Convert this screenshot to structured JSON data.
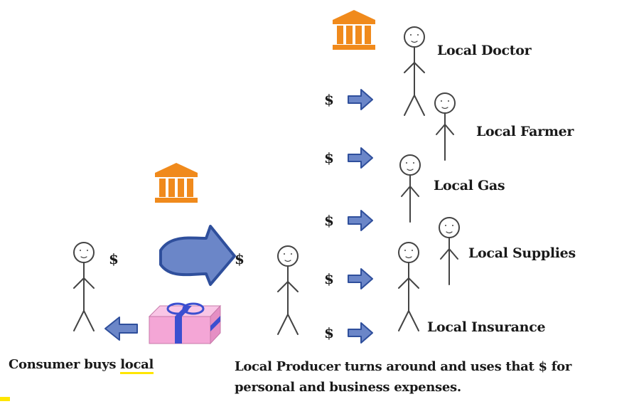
{
  "labels": {
    "doctor": "Local Doctor",
    "farmer": "Local Farmer",
    "gas": "Local Gas",
    "supplies": "Local Supplies",
    "insurance": "Local Insurance"
  },
  "currency_symbol": "$",
  "caption_consumer": {
    "prefix": "Consumer buys ",
    "highlight": "local"
  },
  "caption_producer": {
    "line1": "Local Producer turns around and uses that $ for",
    "line2": "personal and business expenses."
  },
  "colors": {
    "arrow_fill": "#6b86c8",
    "arrow_stroke": "#2f4f9c",
    "bank_orange": "#f08a1c",
    "gift_pink": "#f4a6d6",
    "gift_ribbon": "#3b4fd0",
    "highlight": "#ffe600"
  },
  "icons": [
    "bank-icon",
    "gift-box-icon",
    "arrow-right-icon",
    "arrow-left-icon",
    "stick-figure-icon"
  ]
}
